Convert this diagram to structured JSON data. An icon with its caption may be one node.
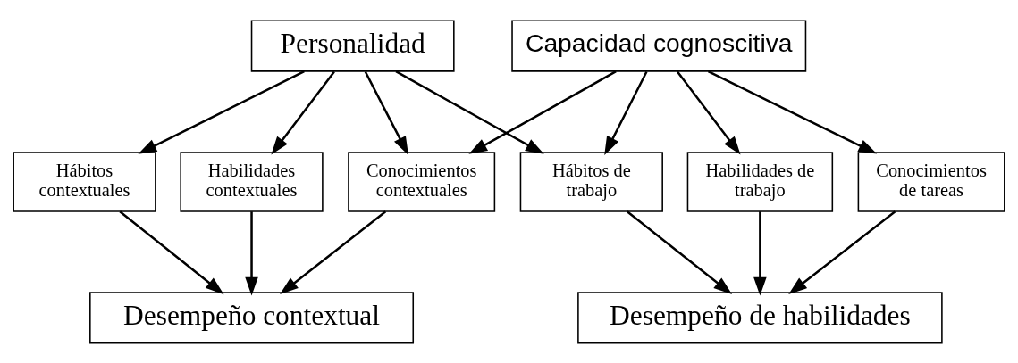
{
  "diagram": {
    "nodes": [
      {
        "text": [
          "Personalidad"
        ]
      },
      {
        "text": [
          "Capacidad cognoscitiva"
        ]
      },
      {
        "text": [
          "Hábitos contextuales"
        ]
      },
      {
        "text": [
          "Habilidades contextuales"
        ]
      },
      {
        "text": [
          "Conocimientos contextuales"
        ]
      },
      {
        "text": [
          "Hábitos de trabajo"
        ]
      },
      {
        "text": [
          "Habilidades de trabajo"
        ]
      },
      {
        "text": [
          "Conocimientos de tareas"
        ]
      },
      {
        "text": [
          "Desempeño contextual"
        ]
      },
      {
        "text": [
          "Desempeño de habilidades"
        ]
      }
    ],
    "edges": [
      {
        "from": 0,
        "to": 2,
        "arrow": "to"
      },
      {
        "from": 0,
        "to": 3,
        "arrow": "to"
      },
      {
        "from": 0,
        "to": 4,
        "arrow": "to"
      },
      {
        "from": 0,
        "to": 5,
        "arrow": "to"
      },
      {
        "from": 1,
        "to": 4,
        "arrow": "to"
      },
      {
        "from": 1,
        "to": 5,
        "arrow": "to"
      },
      {
        "from": 1,
        "to": 6,
        "arrow": "to"
      },
      {
        "from": 1,
        "to": 7,
        "arrow": "to"
      },
      {
        "from": 2,
        "to": 8,
        "arrow": "to"
      },
      {
        "from": 3,
        "to": 8,
        "arrow": "to"
      },
      {
        "from": 4,
        "to": 8,
        "arrow": "to"
      },
      {
        "from": 5,
        "to": 9,
        "arrow": "to"
      },
      {
        "from": 6,
        "to": 9,
        "arrow": "to"
      },
      {
        "from": 7,
        "to": 9,
        "arrow": "to"
      }
    ]
  }
}
